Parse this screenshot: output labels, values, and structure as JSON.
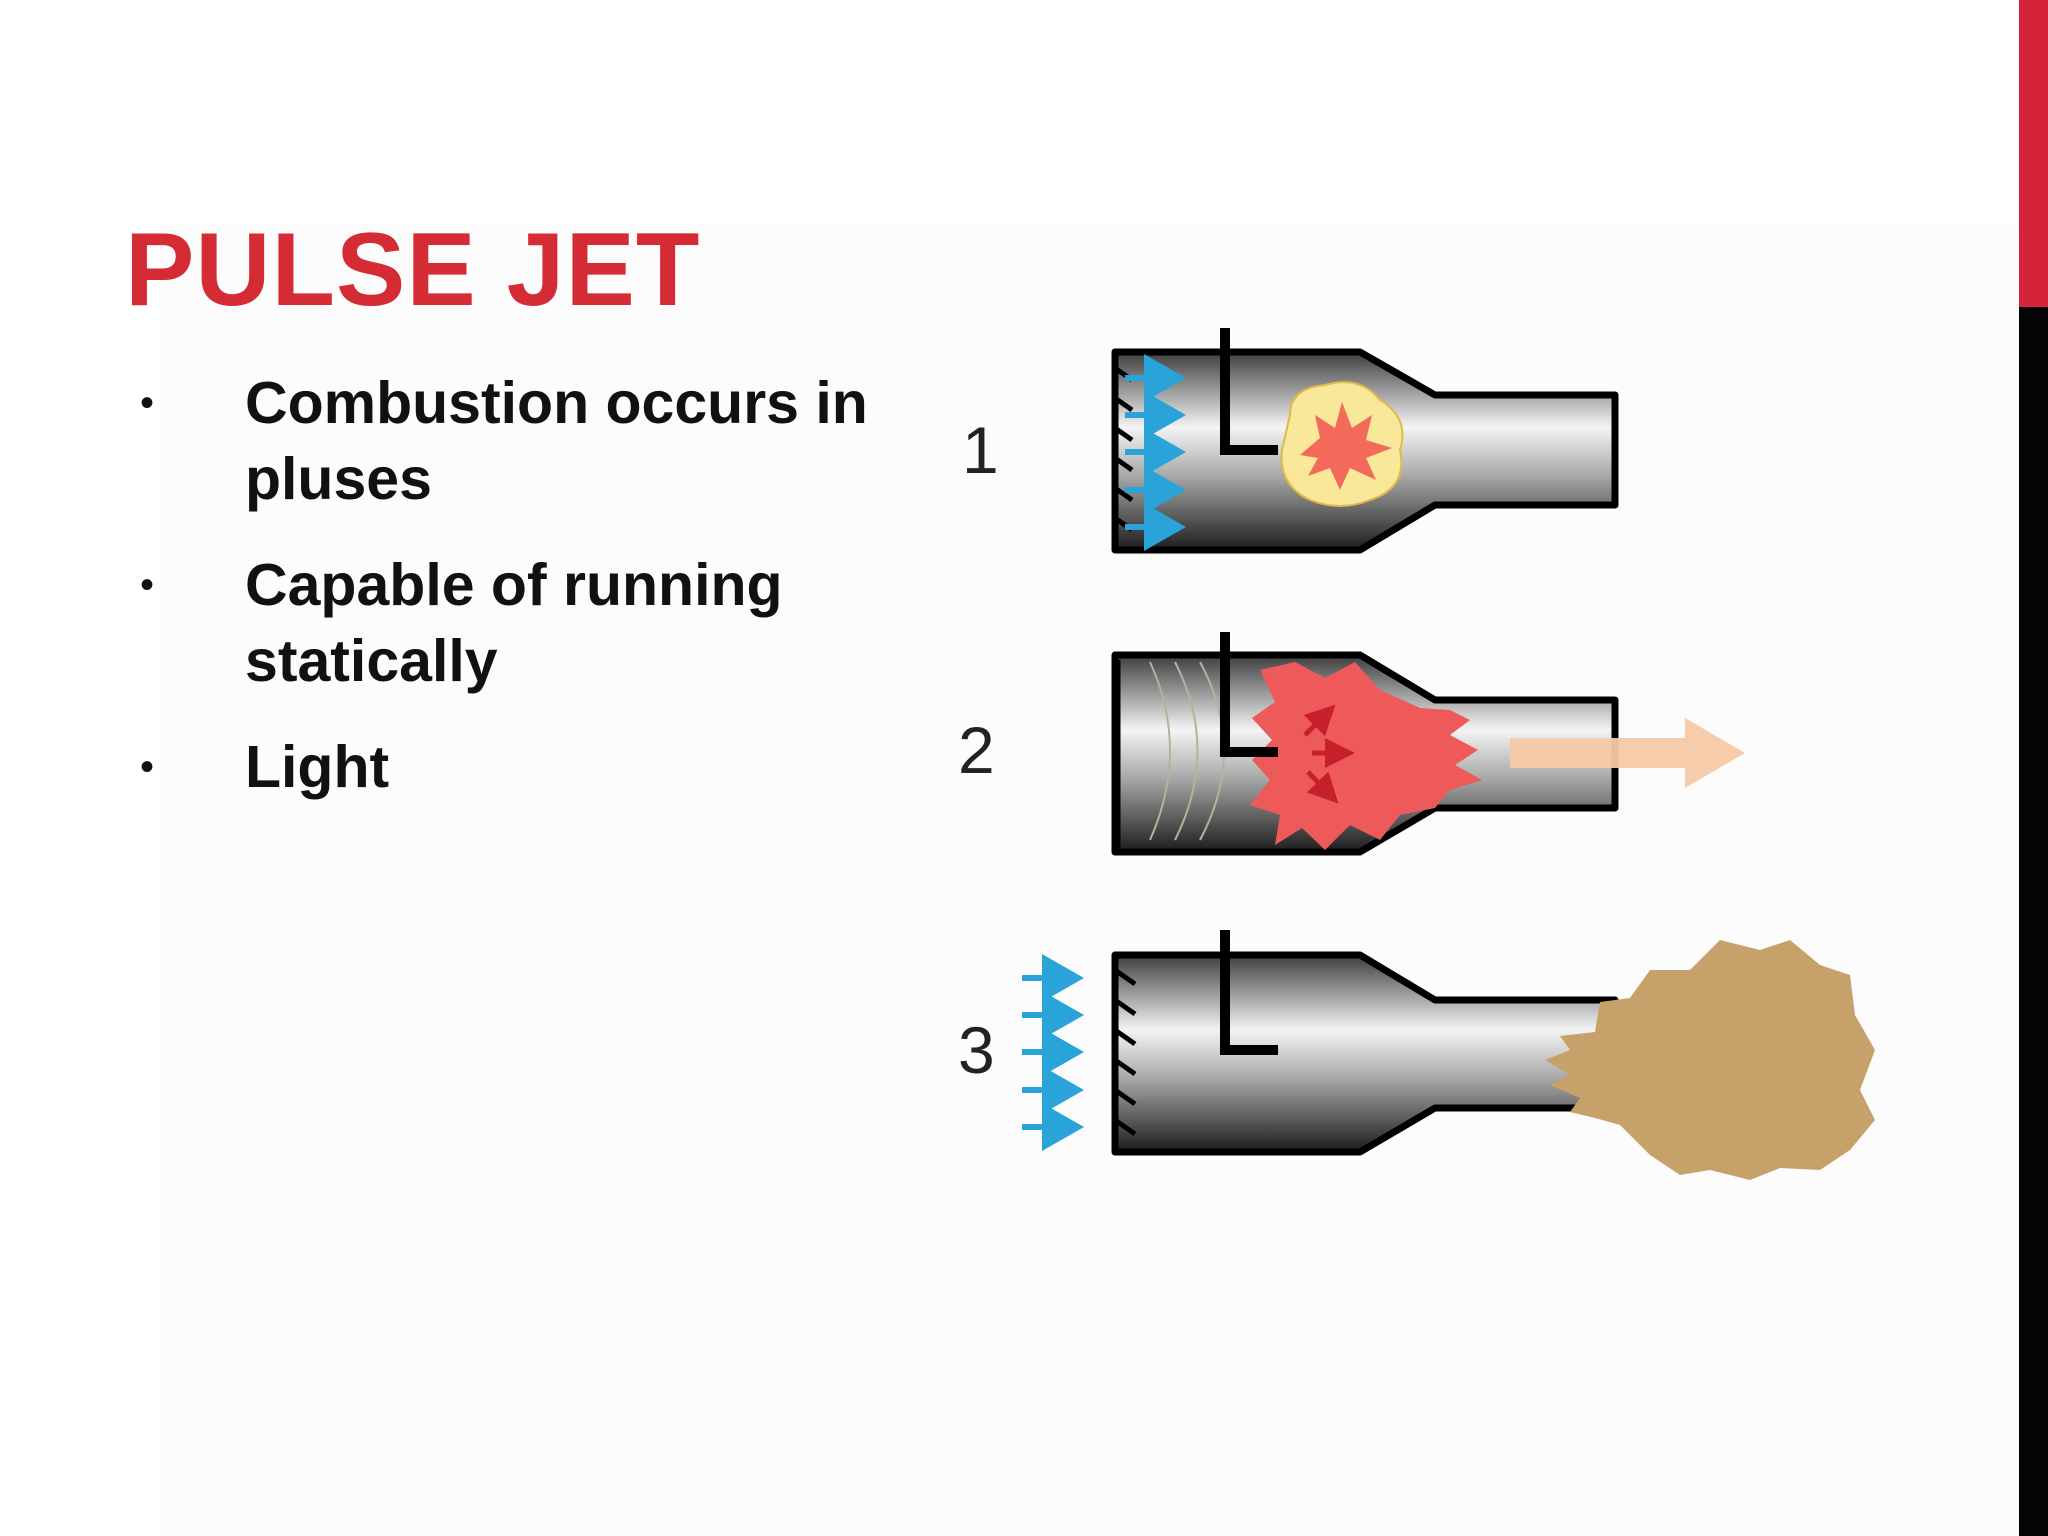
{
  "slide": {
    "title": "PULSE JET",
    "bullets": [
      {
        "marker": "•",
        "text": "Combustion occurs in pluses"
      },
      {
        "marker": "•",
        "text": "Capable of running statically"
      },
      {
        "marker": "•",
        "text": "Light"
      }
    ]
  },
  "diagram": {
    "stage_labels": [
      "1",
      "2",
      "3"
    ]
  },
  "colors": {
    "title": "#d42b35",
    "edge_bar_top": "#d5233a",
    "edge_bar_bottom": "#050505",
    "intake_arrows": "#29a3d8",
    "flame_core": "#f36a5a",
    "flame_glow": "#f9e79a",
    "explosion": "#ee5a5a",
    "thrust_arrow": "#f7c9a5",
    "exhaust_cloud": "#c6a26a"
  }
}
